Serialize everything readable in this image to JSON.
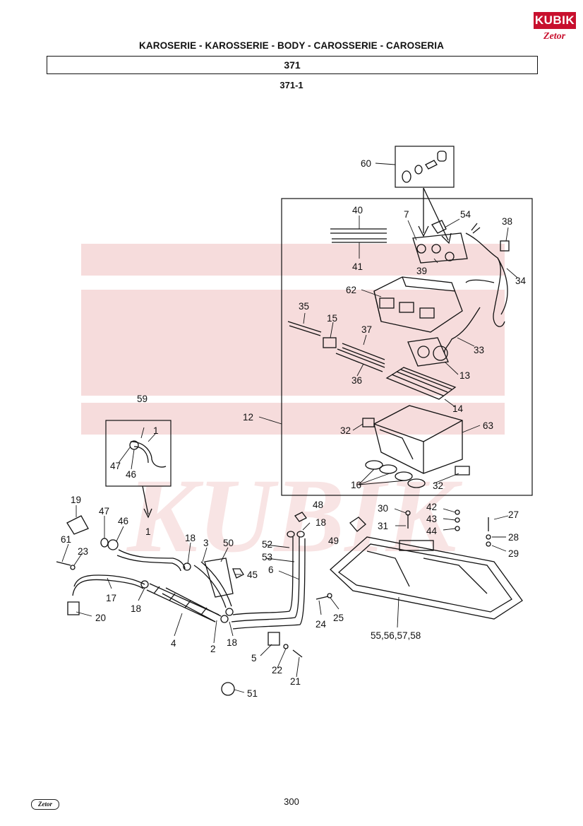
{
  "header": {
    "title": "KAROSERIE - KAROSSERIE - BODY - CAROSSERIE - CAROSERIA",
    "group": "371",
    "subgroup": "371-1"
  },
  "logo": {
    "brand": "KUBIK",
    "sub": "Zetor"
  },
  "watermark": {
    "text": "KUBIK",
    "color": "#f3d6d6"
  },
  "footer": {
    "page": "300",
    "logo": "Zetor"
  },
  "callouts": {
    "c60": "60",
    "c40": "40",
    "c7": "7",
    "c54": "54",
    "c38": "38",
    "c41": "41",
    "c39": "39",
    "c34": "34",
    "c62": "62",
    "c35": "35",
    "c15": "15",
    "c37": "37",
    "c33": "33",
    "c13": "13",
    "c36": "36",
    "c14": "14",
    "c59": "59",
    "c12": "12",
    "c32a": "32",
    "c63": "63",
    "c1a": "1",
    "c47a": "47",
    "c46a": "46",
    "c16": "16",
    "c32b": "32",
    "c19": "19",
    "c47b": "47",
    "c46b": "46",
    "c1b": "1",
    "c48": "48",
    "c18a": "18",
    "c30": "30",
    "c42": "42",
    "c27": "27",
    "c31": "31",
    "c43": "43",
    "c44": "44",
    "c28": "28",
    "c61": "61",
    "c23": "23",
    "c18b": "18",
    "c3": "3",
    "c50": "50",
    "c52": "52",
    "c49": "49",
    "c53": "53",
    "c29": "29",
    "c45": "45",
    "c6": "6",
    "c17": "17",
    "c18c": "18",
    "c25": "25",
    "c24": "24",
    "c20": "20",
    "c4": "4",
    "c55": "55,56,57,58",
    "c18d": "18",
    "c2": "2",
    "c5": "5",
    "c22": "22",
    "c21": "21",
    "c51": "51"
  }
}
